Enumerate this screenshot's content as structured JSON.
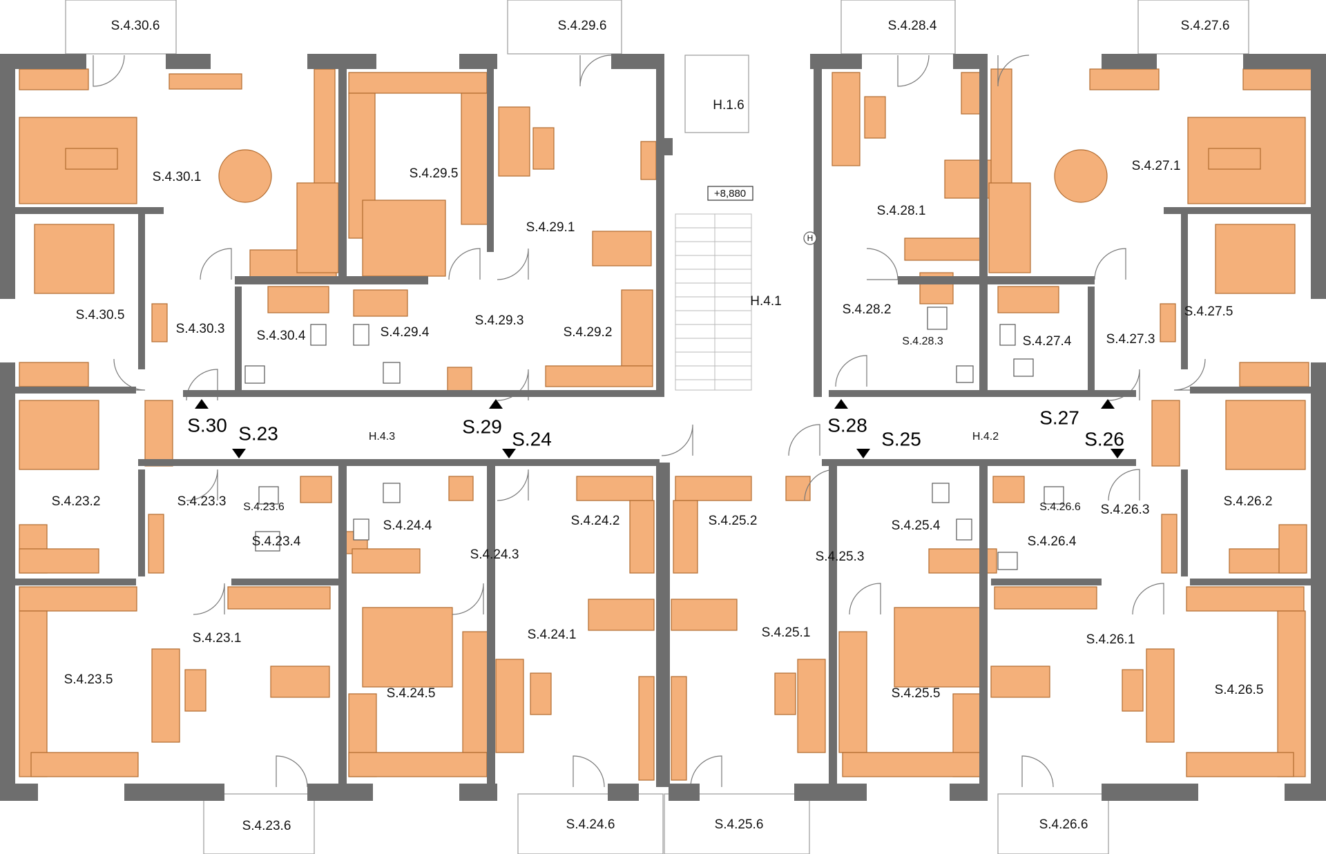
{
  "plan": {
    "elevation": "+8,880",
    "heating_symbol": "H",
    "colors": {
      "wall": "#6e6e6e",
      "furniture": "#f4b07a",
      "furniture_outline": "#b06a2e",
      "background": "#ffffff"
    },
    "rooms": [
      {
        "id": "S.4.30.6"
      },
      {
        "id": "S.4.29.6"
      },
      {
        "id": "S.4.28.4"
      },
      {
        "id": "S.4.27.6"
      },
      {
        "id": "H.1.6"
      },
      {
        "id": "S.4.30.1"
      },
      {
        "id": "S.4.29.5"
      },
      {
        "id": "S.4.29.1"
      },
      {
        "id": "S.4.28.1"
      },
      {
        "id": "S.4.27.1"
      },
      {
        "id": "H.4.1"
      },
      {
        "id": "S.4.30.5"
      },
      {
        "id": "S.4.30.3"
      },
      {
        "id": "S.4.30.4"
      },
      {
        "id": "S.4.29.4"
      },
      {
        "id": "S.4.29.3"
      },
      {
        "id": "S.4.29.2"
      },
      {
        "id": "S.4.28.2"
      },
      {
        "id": "S.4.28.3"
      },
      {
        "id": "S.4.27.4"
      },
      {
        "id": "S.4.27.3"
      },
      {
        "id": "S.4.27.5"
      },
      {
        "id": "H.4.3"
      },
      {
        "id": "H.4.2"
      },
      {
        "id": "S.4.23.2"
      },
      {
        "id": "S.4.23.3"
      },
      {
        "id": "S.4.23.6"
      },
      {
        "id": "S.4.23.4"
      },
      {
        "id": "S.4.24.4"
      },
      {
        "id": "S.4.24.2"
      },
      {
        "id": "S.4.24.3"
      },
      {
        "id": "S.4.25.2"
      },
      {
        "id": "S.4.25.3"
      },
      {
        "id": "S.4.25.4"
      },
      {
        "id": "S.4.26.6"
      },
      {
        "id": "S.4.26.3"
      },
      {
        "id": "S.4.26.4"
      },
      {
        "id": "S.4.26.2"
      },
      {
        "id": "S.4.23.1"
      },
      {
        "id": "S.4.24.1"
      },
      {
        "id": "S.4.25.1"
      },
      {
        "id": "S.4.26.1"
      },
      {
        "id": "S.4.23.5"
      },
      {
        "id": "S.4.24.5"
      },
      {
        "id": "S.4.25.5"
      },
      {
        "id": "S.4.26.5"
      },
      {
        "id": "S.4.23.6"
      },
      {
        "id": "S.4.24.6"
      },
      {
        "id": "S.4.25.6"
      },
      {
        "id": "S.4.26.6"
      }
    ],
    "entrances": [
      {
        "id": "S.30",
        "direction": "up"
      },
      {
        "id": "S.23",
        "direction": "down"
      },
      {
        "id": "S.29",
        "direction": "up"
      },
      {
        "id": "S.24",
        "direction": "down"
      },
      {
        "id": "S.28",
        "direction": "up"
      },
      {
        "id": "S.25",
        "direction": "down"
      },
      {
        "id": "S.27",
        "direction": "up"
      },
      {
        "id": "S.26",
        "direction": "down"
      }
    ]
  }
}
